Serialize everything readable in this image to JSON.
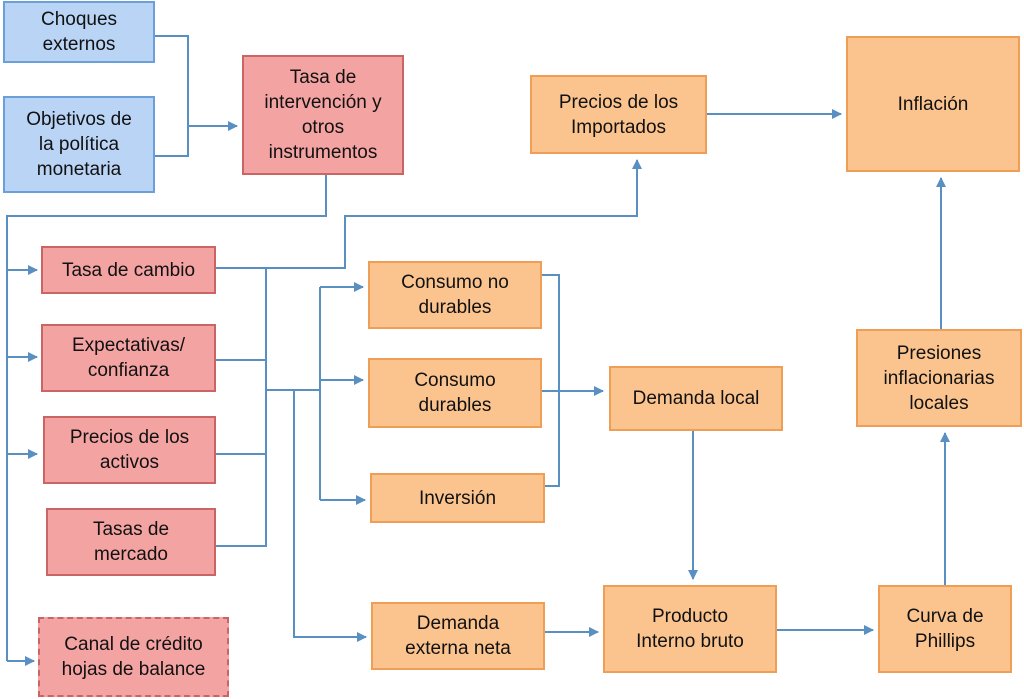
{
  "colors": {
    "line": "#5a8fc2",
    "blue_fill": "#b9d4f5",
    "red_fill": "#f4a3a3",
    "orange_fill": "#fbc48f"
  },
  "nodes": {
    "choques": "Choques\nexternos",
    "objetivos": "Objetivos de\nla política\nmonetaria",
    "tasa_intervencion": "Tasa de\nintervención y\notros\ninstrumentos",
    "precios_importados": "Precios de los\nImportados",
    "inflacion": "Inflación",
    "tasa_cambio": "Tasa de cambio",
    "expectativas": "Expectativas/\nconfianza",
    "precios_activos": "Precios de los\nactivos",
    "tasas_mercado": "Tasas de\nmercado",
    "canal_credito": "Canal de crédito\nhojas de balance",
    "consumo_no_durables": "Consumo no\ndurables",
    "consumo_durables": "Consumo\ndurables",
    "inversion": "Inversión",
    "demanda_local": "Demanda local",
    "presiones": "Presiones\ninflacionarias\nlocales",
    "demanda_externa": "Demanda\nexterna neta",
    "pib": "Producto\nInterno bruto",
    "curva_phillips": "Curva de\nPhillips"
  }
}
